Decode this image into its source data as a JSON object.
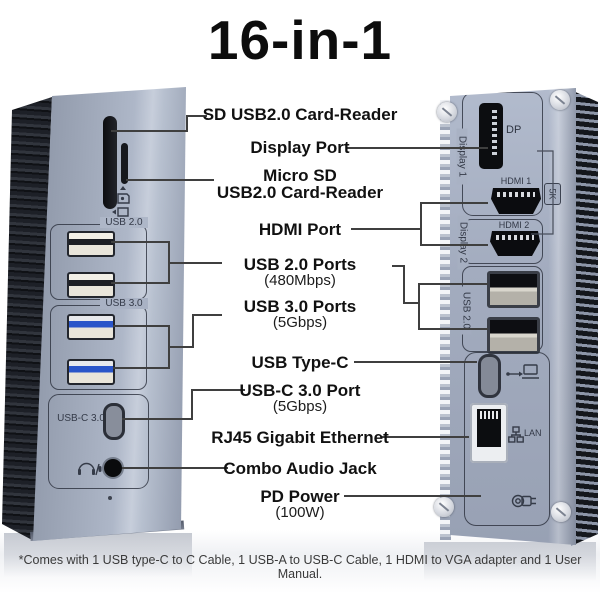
{
  "title": "16-in-1",
  "callouts": {
    "sd": "SD USB2.0 Card-Reader",
    "display_port": "Display Port",
    "micro_sd_line1": "Micro SD",
    "micro_sd_line2": "USB2.0 Card-Reader",
    "hdmi": "HDMI Port",
    "usb2": "USB 2.0 Ports",
    "usb2_sub": "(480Mbps)",
    "usb3": "USB 3.0 Ports",
    "usb3_sub": "(5Gbps)",
    "usb_type_c": "USB Type-C",
    "usbc3": "USB-C 3.0 Port",
    "usbc3_sub": "(5Gbps)",
    "rj45": "RJ45 Gigabit Ethernet",
    "audio": "Combo Audio Jack",
    "pd": "PD Power",
    "pd_sub": "(100W)"
  },
  "front_device": {
    "usb2_label": "USB 2.0",
    "usb3_label": "USB 3.0",
    "usbc_label": "USB-C 3.0"
  },
  "back_device": {
    "dp_label": "DP",
    "display1_label": "Display 1",
    "hdmi1_label": "HDMI 1",
    "res_badge": "5K",
    "display2_label": "Display 2",
    "hdmi2_label": "HDMI 2",
    "usb2_label": "USB 2.0",
    "lan_label": "LAN"
  },
  "footnote": "*Comes with 1 USB type-C to C Cable, 1 USB-A to USB-C Cable, 1 HDMI to VGA adapter and 1 User Manual.",
  "colors": {
    "body": "#a6afc1",
    "fins": "#15181d",
    "callout_line": "#3f3f3f",
    "usb3_blue": "#2a55c9"
  }
}
